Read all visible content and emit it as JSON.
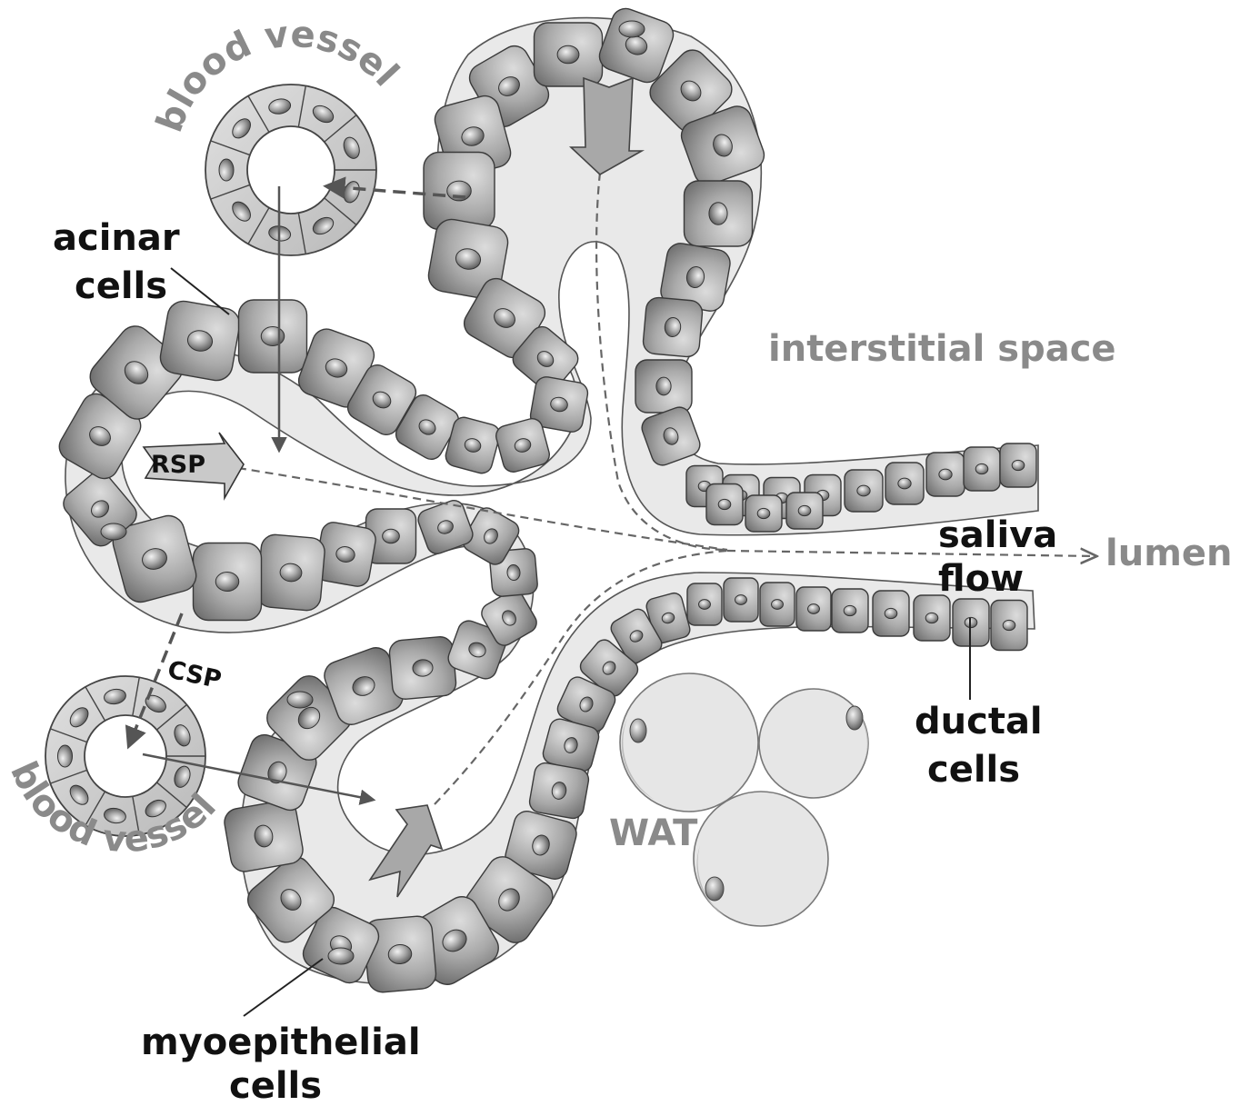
{
  "labels": {
    "blood_vessel_top": "blood vessel",
    "blood_vessel_bottom": "blood vessel",
    "acinar_line1": "acinar",
    "acinar_line2": "cells",
    "interstitial_space": "interstitial space",
    "saliva_line1": "saliva",
    "saliva_line2": "flow",
    "lumen": "lumen",
    "ductal_line1": "ductal",
    "ductal_line2": "cells",
    "wat": "WAT",
    "myoepithelial_line1": "myoepithelial",
    "myoepithelial_line2": "cells",
    "rsp": "RSP",
    "csp": "CSP"
  },
  "colors": {
    "dark_label": "#111111",
    "gray_label": "#8a8a8a",
    "cell_light": "#d4d4d4",
    "cell_dark": "#7a7a7a",
    "adipocyte": "#e4e4e4"
  }
}
